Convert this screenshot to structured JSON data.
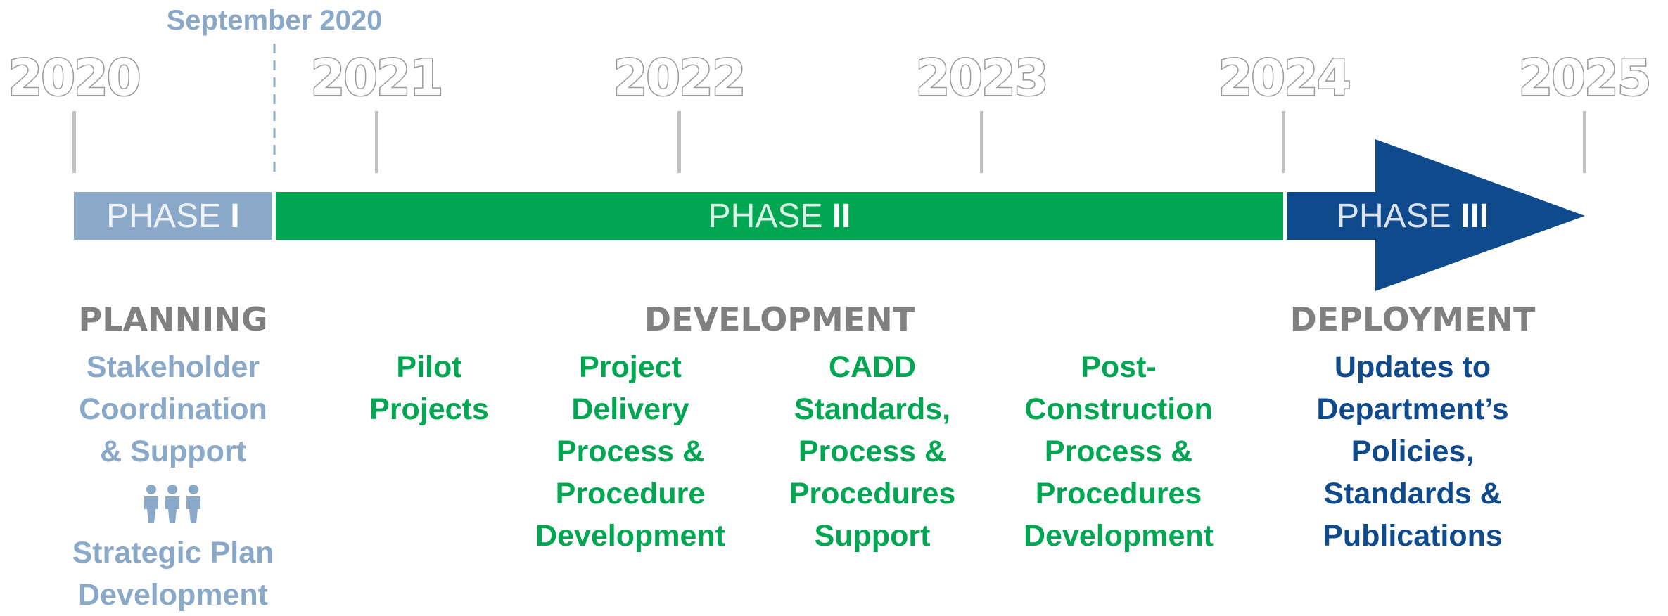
{
  "colors": {
    "phase1": "#8aa8c8",
    "phase2": "#00a651",
    "phase3": "#0e4a8c",
    "tick": "#c0c0c0",
    "year_outline": "#9a9a9a",
    "heading": "#808080"
  },
  "milestone": {
    "label": "September 2020"
  },
  "years": [
    "2020",
    "2021",
    "2022",
    "2023",
    "2024",
    "2025"
  ],
  "phases": [
    {
      "prefix": "PHASE ",
      "numeral": "I",
      "color": "#8aa8c8"
    },
    {
      "prefix": "PHASE ",
      "numeral": "II",
      "color": "#00a651"
    },
    {
      "prefix": "PHASE ",
      "numeral": "III",
      "color": "#0e4a8c"
    }
  ],
  "headings": {
    "planning": "PLANNING",
    "development": "DEVELOPMENT",
    "deployment": "DEPLOYMENT"
  },
  "planning": {
    "item1": "Stakeholder\nCoordination\n& Support",
    "icon": "people-group-icon",
    "item2": "Strategic Plan\nDevelopment"
  },
  "development": {
    "items": [
      "Pilot\nProjects",
      "Project\nDelivery\nProcess &\nProcedure\nDevelopment",
      "CADD\nStandards,\nProcess &\nProcedures\nSupport",
      "Post-\nConstruction\nProcess &\nProcedures\nDevelopment"
    ]
  },
  "deployment": {
    "item": "Updates to\nDepartment’s\nPolicies,\nStandards &\nPublications"
  }
}
